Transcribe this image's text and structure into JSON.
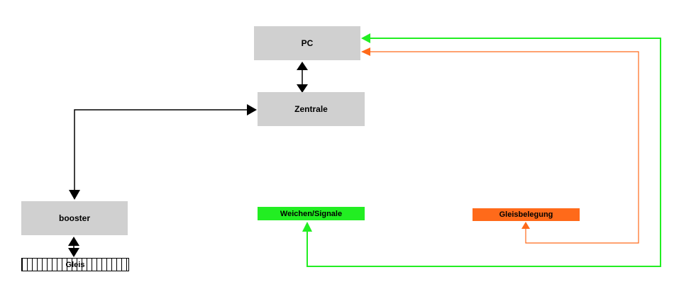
{
  "nodes": {
    "pc": "PC",
    "zentrale": "Zentrale",
    "booster": "booster",
    "gleis": "Gleis",
    "weichen_signale": "Weichen/Signale",
    "gleisbelegung": "Gleisbelegung"
  },
  "colors": {
    "box_gray": "#d0d0d0",
    "signal_green": "#22ee22",
    "occupancy_orange": "#ff6a1a",
    "connector_black": "#000000"
  }
}
